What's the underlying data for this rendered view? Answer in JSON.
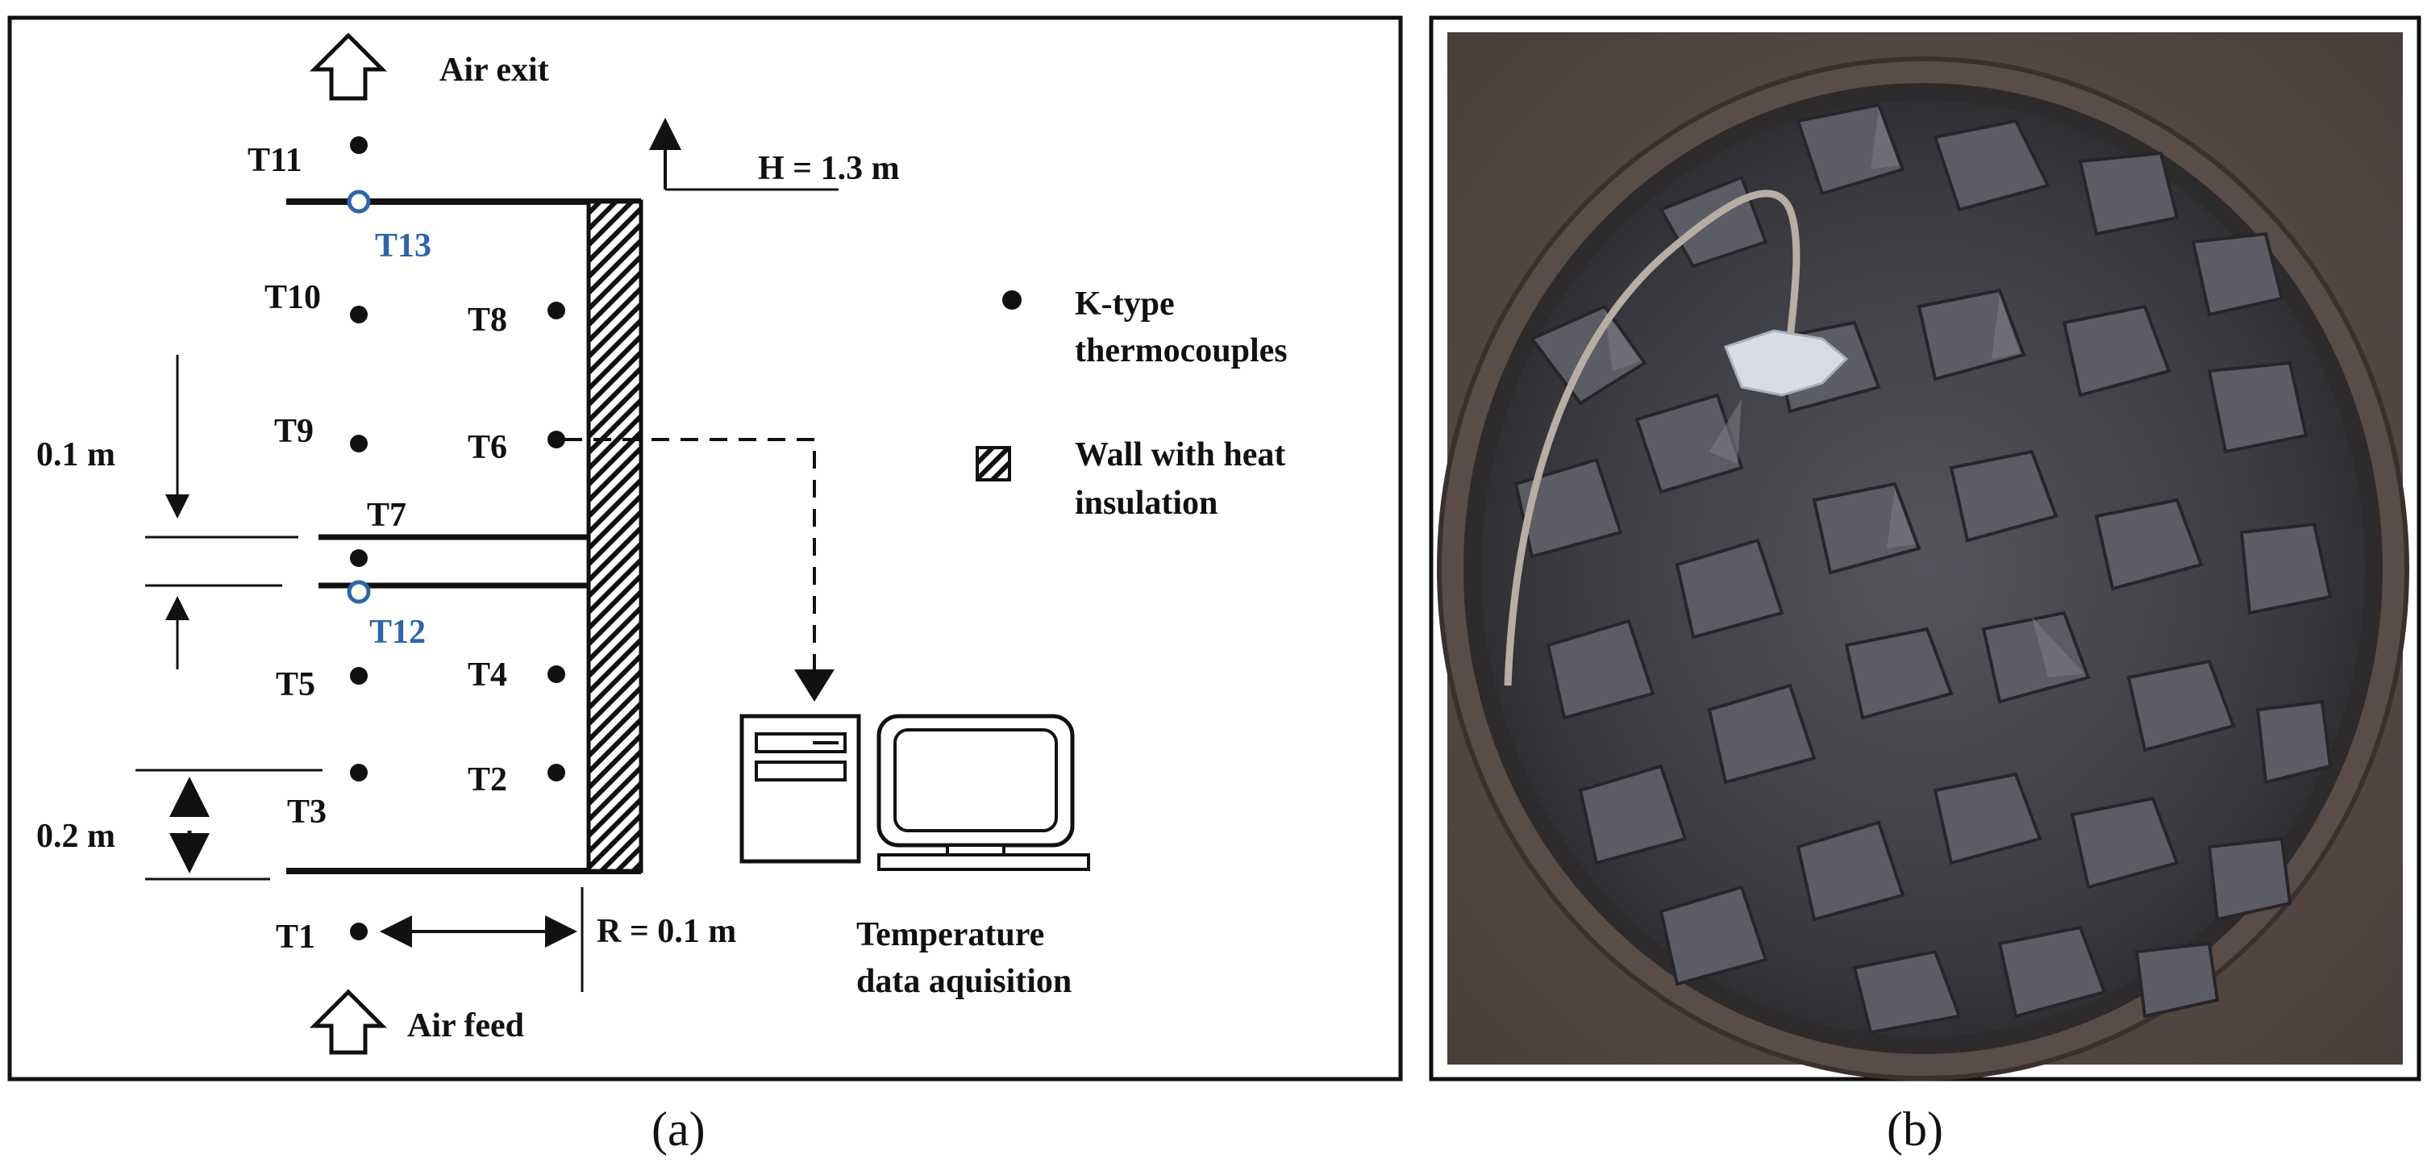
{
  "panel_a": {
    "air_exit": "Air exit",
    "air_feed": "Air feed",
    "height": "H = 1.3 m",
    "radius": "R = 0.1 m",
    "dim_top": "0.1 m",
    "dim_bottom": "0.2 m",
    "thermocouples": {
      "t1": "T1",
      "t2": "T2",
      "t3": "T3",
      "t4": "T4",
      "t5": "T5",
      "t6": "T6",
      "t7": "T7",
      "t8": "T8",
      "t9": "T9",
      "t10": "T10",
      "t11": "T11",
      "t12": "T12",
      "t13": "T13"
    },
    "legend": {
      "thermocouple_line1": "K-type",
      "thermocouple_line2": "thermocouples",
      "wall_line1": "Wall with heat",
      "wall_line2": "insulation"
    },
    "daq_line1": "Temperature",
    "daq_line2": "data aquisition"
  },
  "captions": {
    "a": "(a)",
    "b": "(b)"
  },
  "colors": {
    "ink": "#111111",
    "blue_sensor": "#2e64a8",
    "rock_bed": "#3a3a40"
  }
}
